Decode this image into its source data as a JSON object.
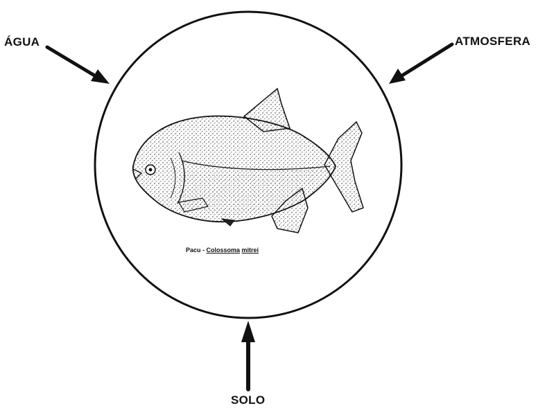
{
  "labels": {
    "agua": "ÁGUA",
    "atmosfera": "ATMOSFERA",
    "solo": "SOLO"
  },
  "caption": {
    "common_name": "Pacu",
    "separator": " - ",
    "genus": "Colossoma",
    "species": "mitrei"
  },
  "colors": {
    "ink": "#111111",
    "background": "#ffffff"
  }
}
